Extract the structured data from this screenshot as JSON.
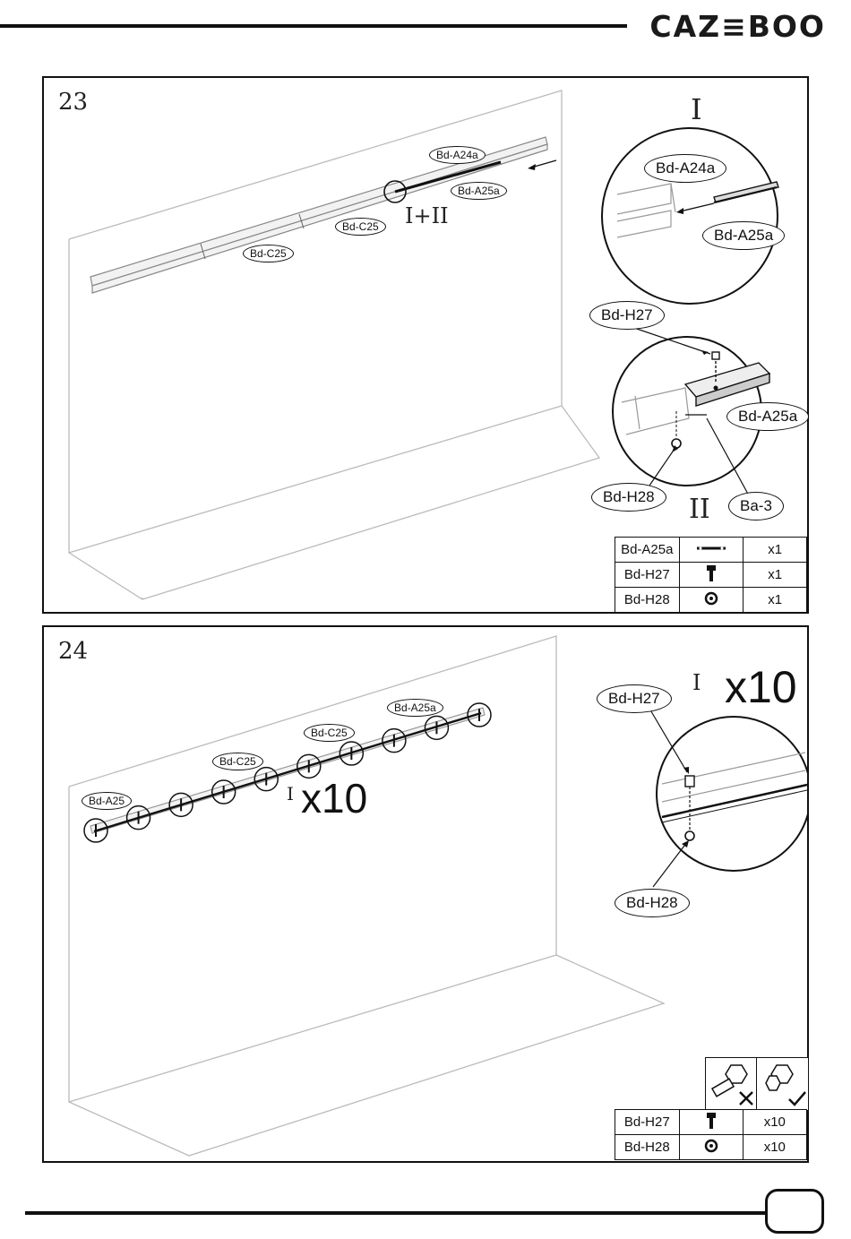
{
  "header": {
    "brand": "CAZ≡BOO"
  },
  "steps": [
    {
      "number": "23",
      "labels": {
        "a24a_main": "Bd-A24a",
        "a25a_main": "Bd-A25a",
        "c25_a": "Bd-C25",
        "c25_b": "Bd-C25",
        "detail_ref": "I+II",
        "zoom1_roman": "I",
        "zoom1_a24a": "Bd-A24a",
        "zoom1_a25a": "Bd-A25a",
        "zoom2_h27": "Bd-H27",
        "zoom2_a25a": "Bd-A25a",
        "zoom2_h28": "Bd-H28",
        "zoom2_ba3": "Ba-3",
        "zoom2_roman": "II"
      },
      "parts": [
        {
          "name": "Bd-A25a",
          "icon": "rail-piece-icon",
          "qty": "x1"
        },
        {
          "name": "Bd-H27",
          "icon": "bolt-icon",
          "qty": "x1"
        },
        {
          "name": "Bd-H28",
          "icon": "nut-icon",
          "qty": "x1"
        }
      ]
    },
    {
      "number": "24",
      "labels": {
        "a25": "Bd-A25",
        "c25_a": "Bd-C25",
        "c25_b": "Bd-C25",
        "a25a": "Bd-A25a",
        "callout_roman": "I",
        "callout_count": "x10",
        "zoom_roman": "I",
        "zoom_count": "x10",
        "zoom_h27": "Bd-H27",
        "zoom_h28": "Bd-H28"
      },
      "parts": [
        {
          "name": "Bd-H27",
          "icon": "bolt-icon",
          "qty": "x10"
        },
        {
          "name": "Bd-H28",
          "icon": "nut-icon",
          "qty": "x10"
        }
      ],
      "warning_icons": [
        "wrong-bolt-orientation-icon",
        "correct-bolt-orientation-icon"
      ]
    }
  ]
}
